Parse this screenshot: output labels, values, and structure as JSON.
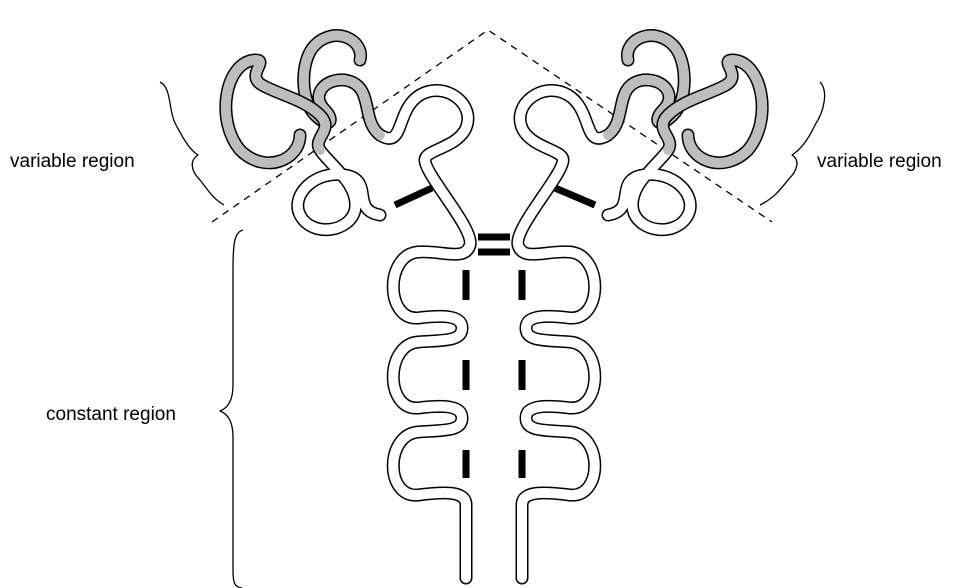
{
  "labels": {
    "left_variable": "variable region",
    "right_variable": "variable region",
    "constant": "constant region"
  },
  "colors": {
    "outline": "#000000",
    "constant_fill": "#ffffff",
    "variable_fill": "#bdbdbd",
    "background": "#ffffff"
  }
}
